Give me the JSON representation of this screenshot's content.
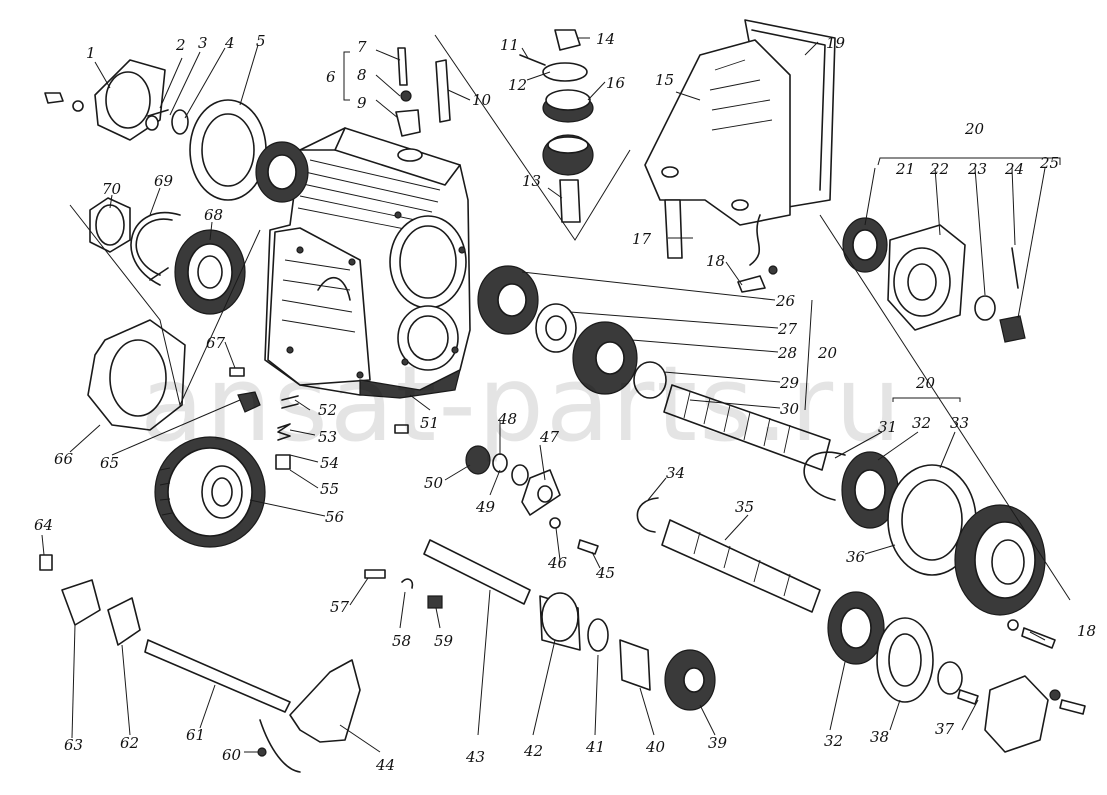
{
  "watermark": "ansat-parts.ru",
  "labels": {
    "l1": "1",
    "l2": "2",
    "l3": "3",
    "l4": "4",
    "l5": "5",
    "l6": "6",
    "l7": "7",
    "l8": "8",
    "l9": "9",
    "l10": "10",
    "l11": "11",
    "l12": "12",
    "l13": "13",
    "l14": "14",
    "l15": "15",
    "l16": "16",
    "l17": "17",
    "l18a": "18",
    "l18b": "18",
    "l19": "19",
    "l20a": "20",
    "l20b": "20",
    "l20c": "20",
    "l21": "21",
    "l22": "22",
    "l23": "23",
    "l24": "24",
    "l25": "25",
    "l26": "26",
    "l27": "27",
    "l28": "28",
    "l29": "29",
    "l30": "30",
    "l31": "31",
    "l32a": "32",
    "l32b": "32",
    "l33": "33",
    "l34": "34",
    "l35": "35",
    "l36": "36",
    "l37": "37",
    "l38": "38",
    "l39": "39",
    "l40": "40",
    "l41": "41",
    "l42": "42",
    "l43": "43",
    "l44": "44",
    "l45": "45",
    "l46": "46",
    "l47": "47",
    "l48": "48",
    "l49": "49",
    "l50": "50",
    "l51": "51",
    "l52": "52",
    "l53": "53",
    "l54": "54",
    "l55": "55",
    "l56": "56",
    "l57": "57",
    "l58": "58",
    "l59": "59",
    "l60": "60",
    "l61": "61",
    "l62": "62",
    "l63": "63",
    "l64": "64",
    "l65": "65",
    "l66": "66",
    "l67": "67",
    "l68": "68",
    "l69": "69",
    "l70": "70"
  }
}
